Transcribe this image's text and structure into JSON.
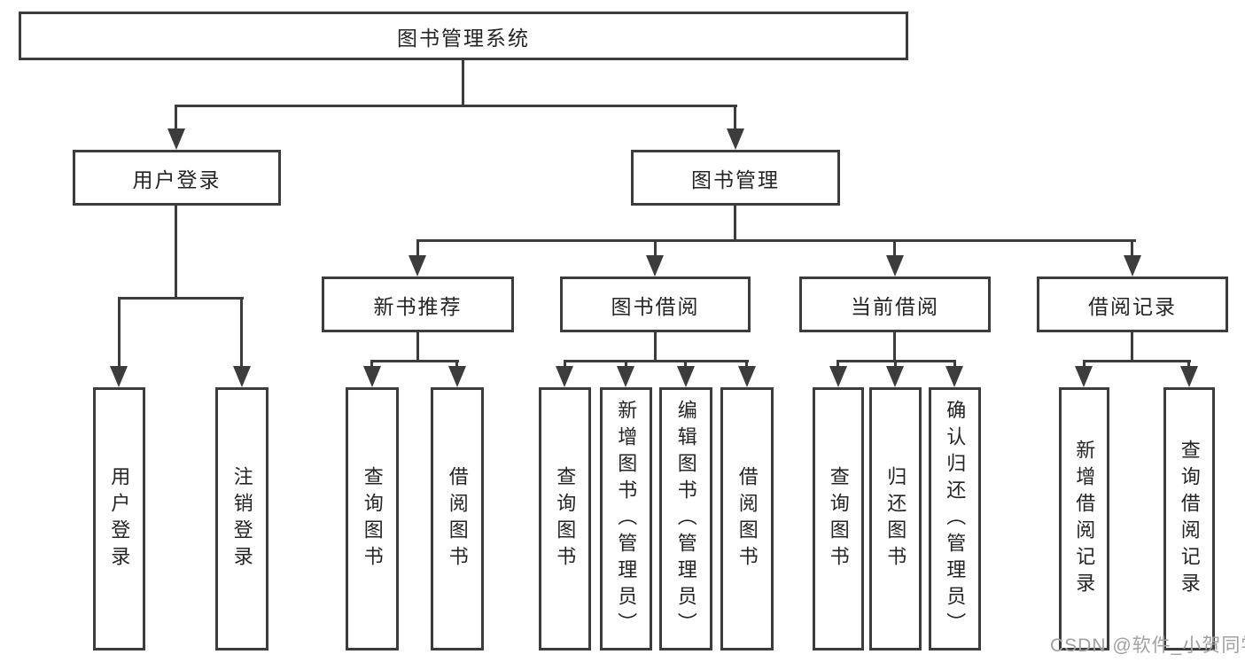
{
  "tree": {
    "root": {
      "label": "图书管理系统"
    },
    "branches": [
      {
        "label": "用户登录",
        "children": [
          {
            "label": "用户登录"
          },
          {
            "label": "注销登录"
          }
        ]
      },
      {
        "label": "图书管理",
        "children": [
          {
            "label": "新书推荐",
            "children": [
              {
                "label": "查询图书"
              },
              {
                "label": "借阅图书"
              }
            ]
          },
          {
            "label": "图书借阅",
            "children": [
              {
                "label": "查询图书"
              },
              {
                "label": "新增图书（管理员）"
              },
              {
                "label": "编辑图书（管理员）"
              },
              {
                "label": "借阅图书"
              }
            ]
          },
          {
            "label": "当前借阅",
            "children": [
              {
                "label": "查询图书"
              },
              {
                "label": "归还图书"
              },
              {
                "label": "确认归还（管理员）"
              }
            ]
          },
          {
            "label": "借阅记录",
            "children": [
              {
                "label": "新增借阅记录"
              },
              {
                "label": "查询借阅记录"
              }
            ]
          }
        ]
      }
    ]
  },
  "watermark": "CSDN @软件_小贺同学",
  "colors": {
    "line": "#3c3c3c",
    "text": "#242424",
    "watermark": "#a0a0a0",
    "background": "#ffffff"
  }
}
